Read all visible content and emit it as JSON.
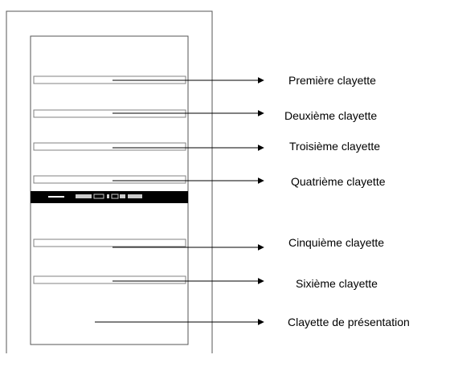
{
  "labels": {
    "shelf1": "Première clayette",
    "shelf2": "Deuxième clayette",
    "shelf3": "Troisième clayette",
    "shelf4": "Quatrième clayette",
    "shelf5": "Cinquième clayette",
    "shelf6": "Sixième clayette",
    "display": "Clayette de présentation"
  },
  "colors": {
    "line": "#000000",
    "shelf_border": "#808080",
    "control_panel": "#000000"
  }
}
